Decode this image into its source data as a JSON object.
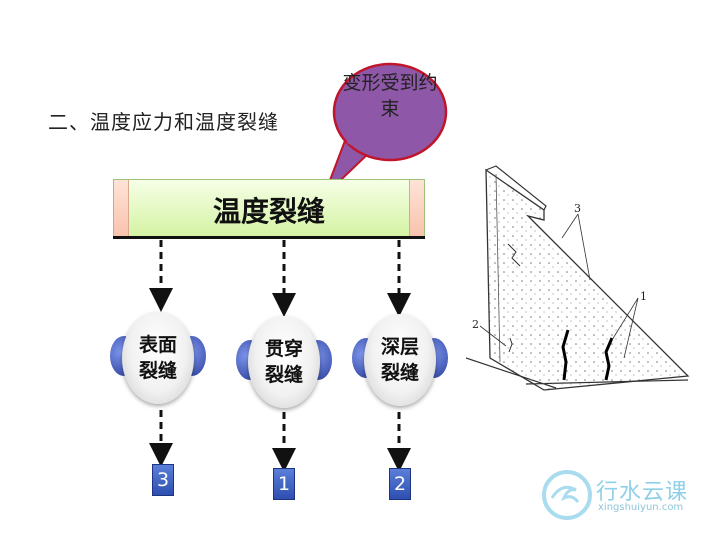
{
  "heading": "二、温度应力和温度裂缝",
  "callout": {
    "text": "变形受到约束",
    "fill": "#8e57a8",
    "stroke": "#c0162c"
  },
  "main_box": {
    "label": "温度裂缝"
  },
  "nodes": [
    {
      "label": "表面裂缝",
      "number": "3"
    },
    {
      "label": "贯穿裂缝",
      "number": "1"
    },
    {
      "label": "深层裂缝",
      "number": "2"
    }
  ],
  "figure": {
    "labels": [
      "3",
      "2",
      "1"
    ]
  },
  "watermark": {
    "name": "行水云课",
    "url": "xingshuiyun.com"
  },
  "colors": {
    "bar_fill": "#d5f3a4",
    "node_wing": "#2a3f9c",
    "number_fill": "#3a5cc0"
  }
}
